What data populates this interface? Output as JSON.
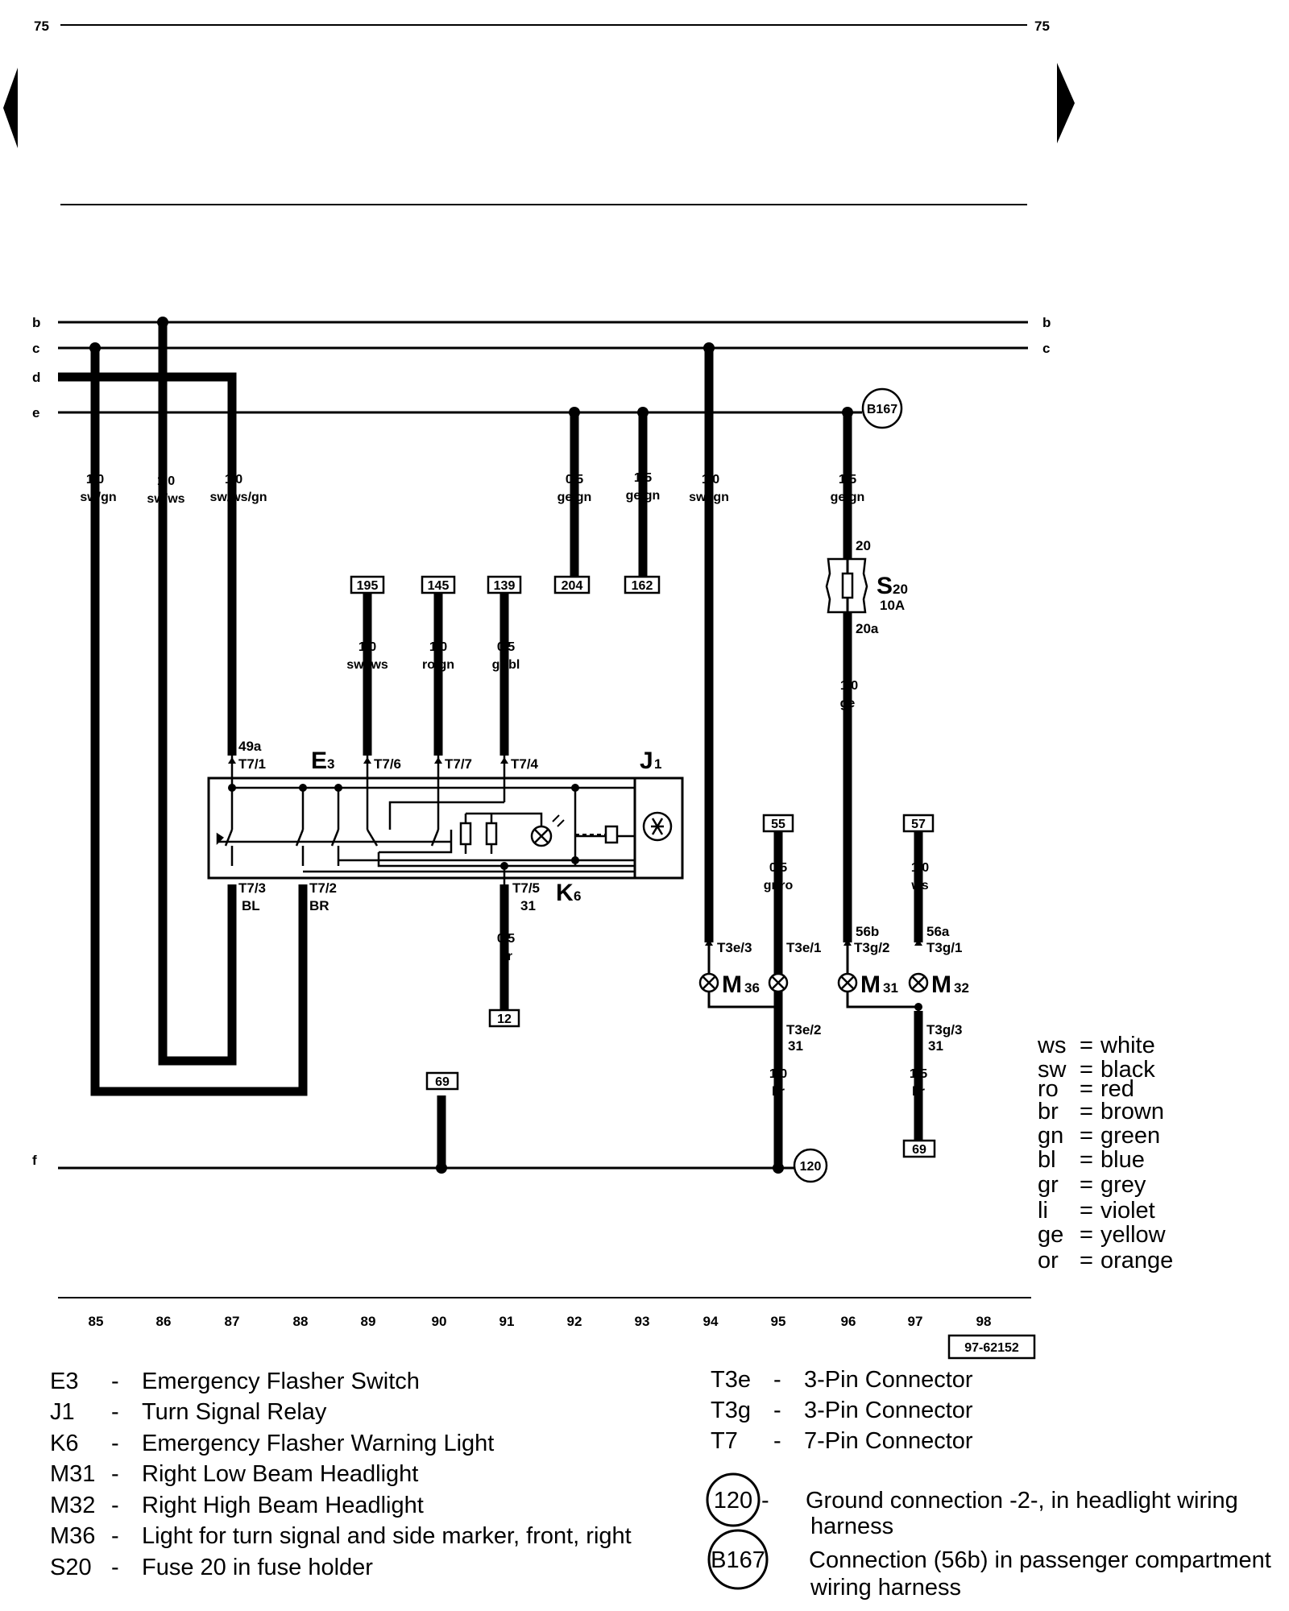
{
  "page": {
    "number": "75",
    "figure_id": "97-62152"
  },
  "buses": [
    "b",
    "c",
    "d",
    "e",
    "f"
  ],
  "wires": [
    {
      "size": "1,0",
      "color": "sw/gn"
    },
    {
      "size": "1,0",
      "color": "sw/ws"
    },
    {
      "size": "1,0",
      "color": "sw/ws/gn"
    },
    {
      "size": "0,5",
      "color": "ge/gn"
    },
    {
      "size": "1,5",
      "color": "ge/gn"
    },
    {
      "size": "1,0",
      "color": "sw /gn"
    },
    {
      "size": "1,5",
      "color": "ge/gn"
    },
    {
      "size": "1,0",
      "color": "sw /ws"
    },
    {
      "size": "1,0",
      "color": "ro/gn"
    },
    {
      "size": "0,5",
      "color": "gr/bl"
    },
    {
      "size": "1,0",
      "color": "ge"
    },
    {
      "size": "0,5",
      "color": "br"
    },
    {
      "size": "0,5",
      "color": "gr/ro"
    },
    {
      "size": "1,0",
      "color": "ws"
    },
    {
      "size": "1,0",
      "color": "br"
    },
    {
      "size": "1,5",
      "color": "br"
    }
  ],
  "refs": [
    "195",
    "145",
    "139",
    "204",
    "162",
    "12",
    "55",
    "57",
    "69",
    "69"
  ],
  "circles": [
    "B167",
    "120"
  ],
  "pins": {
    "p49a": "49a",
    "t71": "T7/1",
    "t76": "T7/6",
    "t77": "T7/7",
    "t74": "T7/4",
    "t73": "T7/3",
    "bl": "BL",
    "t72": "T7/2",
    "br": "BR",
    "t75": "T7/5",
    "p31": "31",
    "f20": "20",
    "f20a": "20a",
    "t3e3": "T3e/3",
    "t3e1": "T3e/1",
    "t3e2": "T3e/2",
    "p31b": "31",
    "p56b": "56b",
    "t3g2": "T3g/2",
    "p56a": "56a",
    "t3g1": "T3g/1",
    "t3g3": "T3g/3",
    "p31c": "31"
  },
  "components": {
    "e3": {
      "main": "E",
      "sub": "3"
    },
    "j1": {
      "main": "J",
      "sub": "1"
    },
    "k6": {
      "main": "K",
      "sub": "6"
    },
    "s20": {
      "main": "S",
      "sub": "20",
      "rating": "10A"
    },
    "m36": {
      "main": "M",
      "sub": "36"
    },
    "m31": {
      "main": "M",
      "sub": "31"
    },
    "m32": {
      "main": "M",
      "sub": "32"
    }
  },
  "color_key": [
    {
      "code": "ws",
      "name": "white"
    },
    {
      "code": "sw",
      "name": "black"
    },
    {
      "code": "ro",
      "name": "red"
    },
    {
      "code": "br",
      "name": "brown"
    },
    {
      "code": "gn",
      "name": "green"
    },
    {
      "code": "bl",
      "name": "blue"
    },
    {
      "code": "gr",
      "name": "grey"
    },
    {
      "code": "li",
      "name": "violet"
    },
    {
      "code": "ge",
      "name": "yellow"
    },
    {
      "code": "or",
      "name": "orange"
    }
  ],
  "columns": [
    "85",
    "86",
    "87",
    "88",
    "89",
    "90",
    "91",
    "92",
    "93",
    "94",
    "95",
    "96",
    "97",
    "98"
  ],
  "legend_left": [
    {
      "code": "E3",
      "text": "Emergency Flasher Switch"
    },
    {
      "code": "J1",
      "text": "Turn Signal Relay"
    },
    {
      "code": "K6",
      "text": "Emergency Flasher Warning Light"
    },
    {
      "code": "M31",
      "text": "Right Low Beam Headlight"
    },
    {
      "code": "M32",
      "text": "Right High Beam Headlight"
    },
    {
      "code": "M36",
      "text": "Light for turn signal and side marker, front, right"
    },
    {
      "code": "S20",
      "text": "Fuse 20 in fuse holder"
    }
  ],
  "legend_right": [
    {
      "code": "T3e",
      "text": "3-Pin Connector"
    },
    {
      "code": "T3g",
      "text": "3-Pin Connector"
    },
    {
      "code": "T7",
      "text": "7-Pin Connector"
    }
  ],
  "legend_circles": [
    {
      "code": "120",
      "lines": [
        "Ground connection -2-, in headlight wiring",
        "harness"
      ]
    },
    {
      "code": "B167",
      "lines": [
        "Connection (56b) in passenger compartment",
        "wiring harness"
      ]
    }
  ],
  "dash": "-"
}
